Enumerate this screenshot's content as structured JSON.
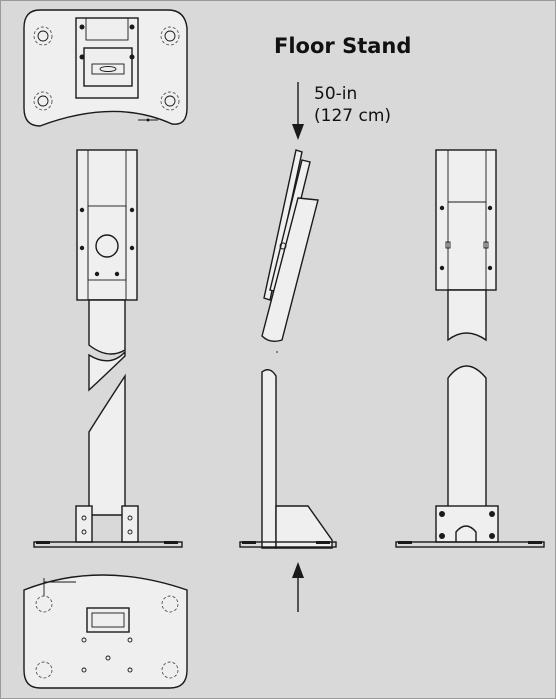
{
  "title": "Floor Stand",
  "height_dimension": {
    "imperial": "50-in",
    "metric": "(127 cm)"
  }
}
